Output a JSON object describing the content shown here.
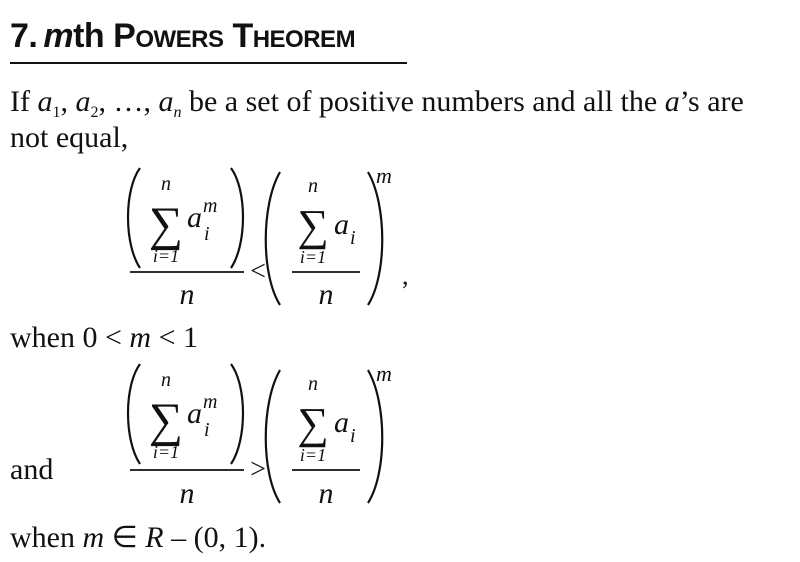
{
  "section": {
    "number": "7.",
    "var": "m",
    "th": "th",
    "title_word1": "Powers",
    "title_word2": "Theorem"
  },
  "intro": {
    "if": "If",
    "a": "a",
    "sub1": "1",
    "sub2": "2",
    "subn": "n",
    "comma": ",",
    "ellipsis": "…,",
    "rest1": " be a set of positive numbers and all the ",
    "apos": "’s are",
    "line2": "not equal,"
  },
  "formula": {
    "sigma": "∑",
    "upper": "n",
    "lower": "i=1",
    "a": "a",
    "sub_i": "i",
    "power": "m",
    "denominator": "n",
    "lt": "<",
    "gt": ">",
    "trailing_comma": ","
  },
  "cond1": {
    "when": "when ",
    "zero": "0",
    "lt1": " < ",
    "m": "m",
    "lt2": " < ",
    "one": "1"
  },
  "and_label": "and",
  "cond2": {
    "when": "when ",
    "m": "m",
    "in": " ∈ ",
    "R": "R",
    "rest": " – (0, 1)."
  }
}
